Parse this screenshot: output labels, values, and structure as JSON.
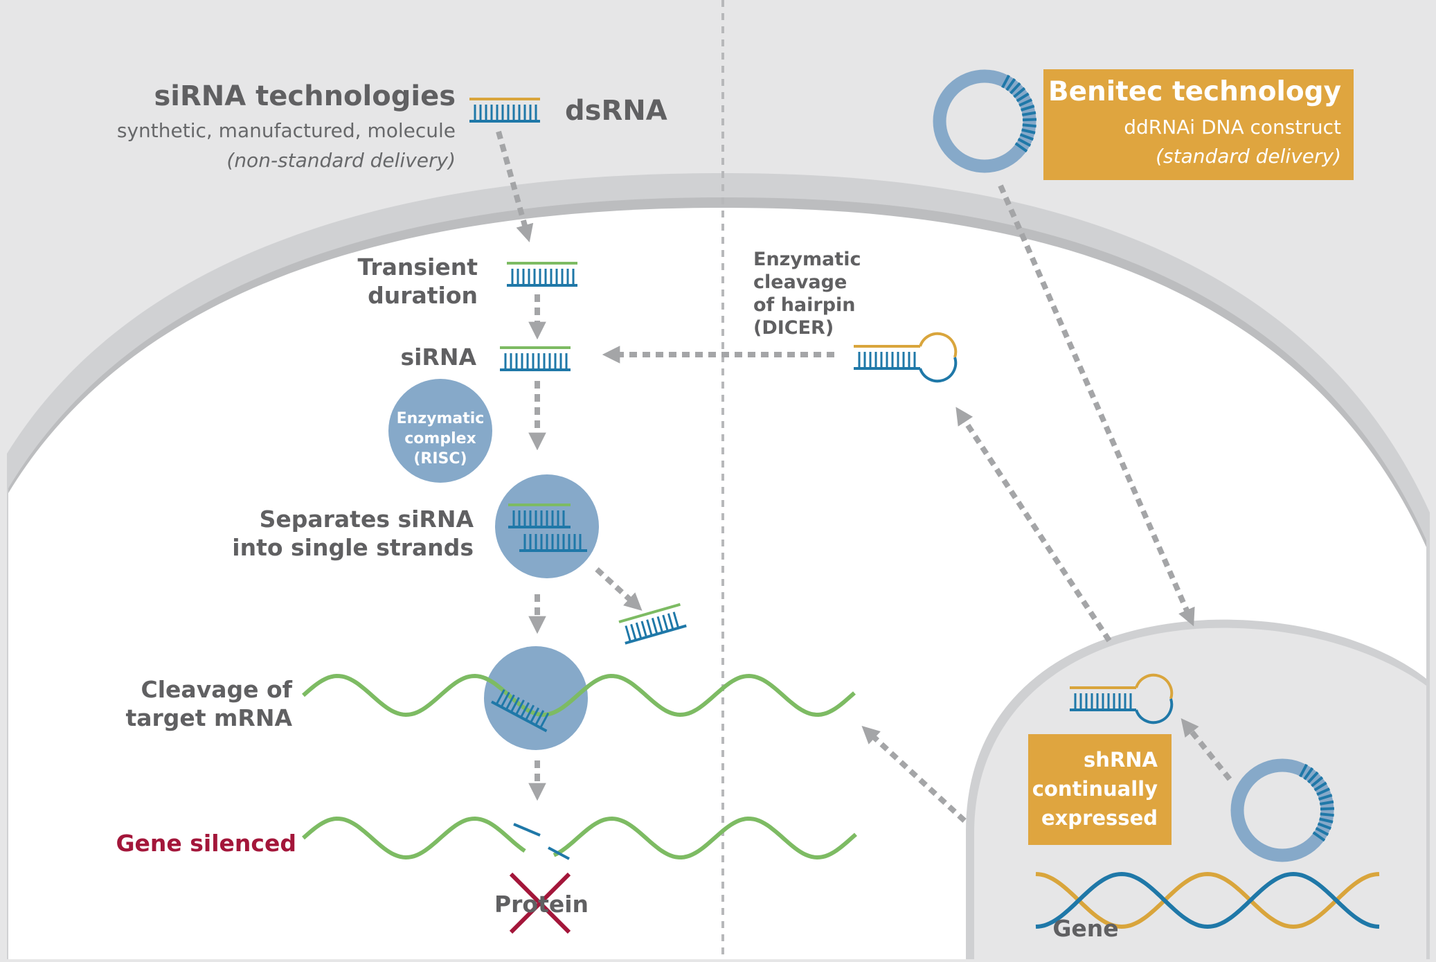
{
  "siRNA": {
    "title": "siRNA technologies",
    "subtitle": "synthetic, manufactured, molecule",
    "delivery": "(non-standard delivery)",
    "dsrna_label": "dsRNA"
  },
  "benitec": {
    "title": "Benitec technology",
    "subtitle": "ddRNAi DNA construct",
    "delivery": "(standard delivery)"
  },
  "steps": {
    "transient": [
      "Transient",
      "duration"
    ],
    "sirna": "siRNA",
    "risc": [
      "Enzymatic",
      "complex",
      "(RISC)"
    ],
    "separates": [
      "Separates siRNA",
      "into single strands"
    ],
    "cleavage": [
      "Cleavage of",
      "target mRNA"
    ],
    "gene_silenced": "Gene silenced",
    "protein": "Protein"
  },
  "dicer": [
    "Enzymatic",
    "cleavage",
    "of hairpin",
    "(DICER)"
  ],
  "shrna": [
    "shRNA",
    "continually",
    "expressed"
  ],
  "gene": "Gene",
  "colors": {
    "background": "#e6e6e7",
    "cell": "#ffffff",
    "membrane": "#c8c9cb",
    "blue": "#1f78a8",
    "green": "#7dbb63",
    "gold": "#d9a53c",
    "risc": "#86a9c9",
    "benitec_box": "#dfa53f",
    "red": "#a3163a",
    "arrow": "#a4a5a7",
    "text": "#606062"
  }
}
